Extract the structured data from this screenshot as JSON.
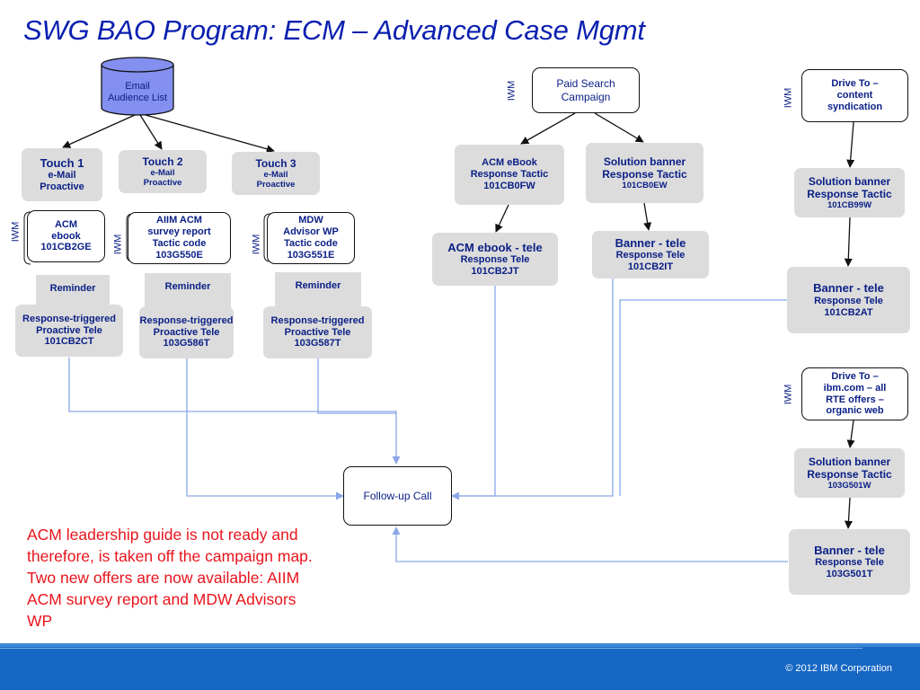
{
  "title": "SWG BAO Program: ECM – Advanced Case Mgmt",
  "email_list": {
    "line1": "Email",
    "line2": "Audience List"
  },
  "touch1": {
    "title": "Touch 1",
    "line2": "e-Mail",
    "line3": "Proactive"
  },
  "touch2": {
    "title": "Touch 2",
    "line2": "e-Mail",
    "line3": "Proactive"
  },
  "touch3": {
    "title": "Touch 3",
    "line2": "e-Mail",
    "line3": "Proactive"
  },
  "offer1": {
    "line1": "ACM",
    "line2": "ebook",
    "line3": "101CB2GE"
  },
  "offer2": {
    "line1": "AIIM ACM",
    "line2": "survey report",
    "line3": "Tactic code",
    "line4": "103G550E"
  },
  "offer3": {
    "line1": "MDW",
    "line2": "Advisor WP",
    "line3": "Tactic code",
    "line4": "103G551E"
  },
  "iwm_label": "IWM",
  "reminder_label": "Reminder",
  "rt1": {
    "line1": "Response-triggered",
    "line2": "Proactive Tele",
    "line3": "101CB2CT"
  },
  "rt2": {
    "line1": "Response-triggered",
    "line2": "Proactive Tele",
    "line3": "103G586T"
  },
  "rt3": {
    "line1": "Response-triggered",
    "line2": "Proactive Tele",
    "line3": "103G587T"
  },
  "paid_search": {
    "line1": "Paid Search",
    "line2": "Campaign"
  },
  "acm_ebook_tactic": {
    "line1": "ACM eBook",
    "line2": "Response Tactic",
    "line3": "101CB0FW"
  },
  "solution_banner_tactic": {
    "line1": "Solution banner",
    "line2": "Response Tactic",
    "line3": "101CB0EW"
  },
  "acm_ebook_tele": {
    "line1": "ACM ebook - tele",
    "line2": "Response Tele",
    "line3": "101CB2JT"
  },
  "banner_tele_mid": {
    "line1": "Banner  - tele",
    "line2": "Response Tele",
    "line3": "101CB2IT"
  },
  "drive_content": {
    "line1": "Drive To –",
    "line2": "content",
    "line3": "syndication"
  },
  "solution_banner_right1": {
    "line1": "Solution banner",
    "line2": "Response Tactic",
    "line3": "101CB99W"
  },
  "banner_tele_right1": {
    "line1": "Banner  - tele",
    "line2": "Response Tele",
    "line3": "101CB2AT"
  },
  "drive_ibm": {
    "line1": "Drive To –",
    "line2": "ibm.com – all",
    "line3": "RTE offers –",
    "line4": "organic web"
  },
  "solution_banner_right2": {
    "line1": "Solution banner",
    "line2": "Response Tactic",
    "line3": "103G501W"
  },
  "banner_tele_right2": {
    "line1": "Banner  - tele",
    "line2": "Response Tele",
    "line3": "103G501T"
  },
  "followup": "Follow-up Call",
  "note": "ACM leadership guide is not ready and therefore, is taken off the campaign map.  Two new offers are now available:  AIIM ACM survey report and MDW Advisors WP",
  "copyright": "© 2012 IBM Corporation",
  "colors": {
    "title": "#0a1fb0",
    "box_text": "#0a1f86",
    "gray_box": "#dcdcdc",
    "connector_blue": "#8aa7e8",
    "note_red": "#e8141c",
    "footer": "#1667c4",
    "db_fill": "#8390f0"
  }
}
